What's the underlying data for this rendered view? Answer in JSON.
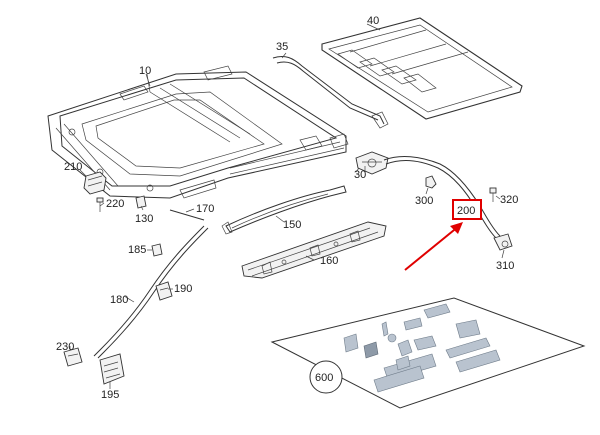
{
  "diagram": {
    "callouts": {
      "c10": "10",
      "c30": "30",
      "c35": "35",
      "c40": "40",
      "c130": "130",
      "c150": "150",
      "c160": "160",
      "c170": "170",
      "c180": "180",
      "c185": "185",
      "c190": "190",
      "c195": "195",
      "c200": "200",
      "c210": "210",
      "c220": "220",
      "c230": "230",
      "c300": "300",
      "c310": "310",
      "c320": "320",
      "c600": "600"
    },
    "highlight": {
      "box_color": "#e00000",
      "arrow_color": "#e00000"
    }
  }
}
